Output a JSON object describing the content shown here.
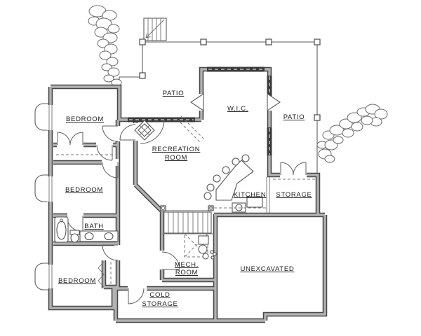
{
  "rooms": {
    "patio_upper": "PATIO",
    "wic": "W.I.C.",
    "patio_right": "PATIO",
    "bedroom_upper": "BEDROOM",
    "recreation_line1": "RECREATION",
    "recreation_line2": "ROOM",
    "kitchen": "KITCHEN",
    "storage": "STORAGE",
    "bedroom_middle": "BEDROOM",
    "bath": "BATH",
    "bedroom_lower": "BEDROOM",
    "mech_line1": "MECH.",
    "mech_line2": "ROOM",
    "unexcavated": "UNEXCAVATED",
    "cold_storage_line1": "COLD",
    "cold_storage_line2": "STORAGE"
  },
  "symbols": {
    "exterior_stairs": "stairs-up-with-arrow",
    "interior_stairs": "straight-stair-run-with-rail",
    "fireplace": "corner-fireplace",
    "bathtub": "tub-with-basin",
    "toilet": "toilet",
    "sinks": "double-vanity-sinks",
    "kitchen_bar": "angled-bar-counter-with-stools",
    "kitchen_sink": "bar-sink",
    "mech_equipment": "furnace-dashed-square-and-water-heater",
    "window_wells": "three-egress-window-wells",
    "landscape_rocks": "boulder-clusters"
  },
  "colors": {
    "background": "#ffffff",
    "wall_edge": "#474747",
    "wall_fill": "#b2b2b2",
    "window_band": "#3a3a3a",
    "thin_line": "#5e5e5e",
    "text": "#1c1c1c"
  }
}
